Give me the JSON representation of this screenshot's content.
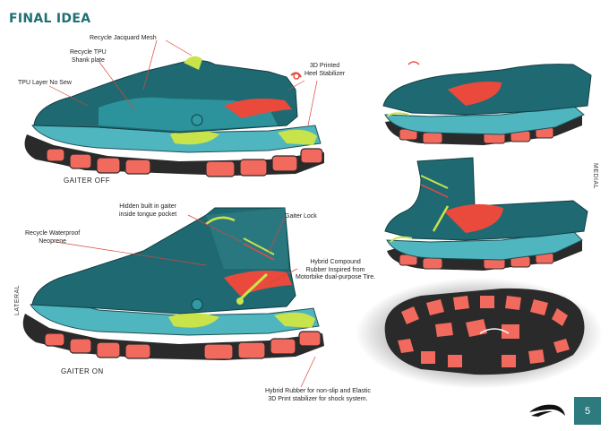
{
  "page": {
    "title": "FINAL IDEA",
    "page_number": "5",
    "side_labels": {
      "lateral": "LATERAL",
      "medial": "MEDIAL"
    }
  },
  "captions": {
    "gaiter_off": "GAITER OFF",
    "gaiter_on": "GAITER ON"
  },
  "callouts": {
    "jacquard": "Recycle Jacquard Mesh",
    "tpu_shank_1": "Recycle TPU",
    "tpu_shank_2": "Shank plate",
    "tpu_layer": "TPU Layer No Sew",
    "heel_1": "3D Printed",
    "heel_2": "Heel Stabilizer",
    "gaiter_pocket_1": "Hidden built in gaiter",
    "gaiter_pocket_2": "inside tongue pocket",
    "gaiter_lock": "Gaiter Lock",
    "neoprene_1": "Recycle Waterproof",
    "neoprene_2": "Neoprene",
    "rubber_1": "Hybrid Compound",
    "rubber_2": "Rubber Inspired from",
    "rubber_3": "Motorbike dual-purpose Tire.",
    "hybrid_1": "Hybrid Rubber for non-slip and Elastic",
    "hybrid_2": "3D Print stabilizer for shock system."
  },
  "colors": {
    "teal_upper": "#1f6a72",
    "teal_mid": "#2f9aa3",
    "sole_teal": "#4fb6bf",
    "outsole_red": "#f26a5e",
    "accent_lime": "#c9e34a",
    "accent_red": "#ea4a3c",
    "outsole_black": "#2a2a2a",
    "page_badge": "#2d7b7f"
  },
  "icons": [
    "brand-logo-icon"
  ]
}
